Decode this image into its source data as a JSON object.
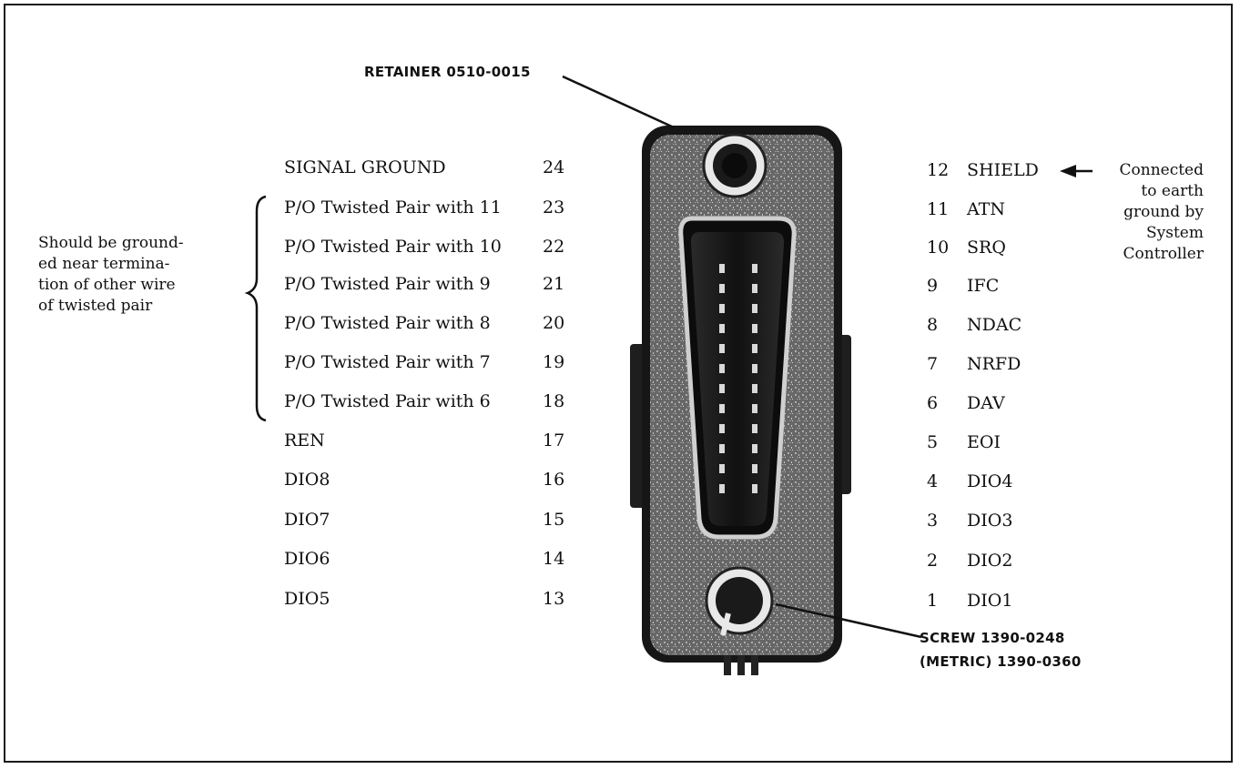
{
  "retainer_label": "RETAINER 0510-0015",
  "screw_label_line1": "SCREW 1390-0248",
  "screw_label_line2": "(METRIC) 1390-0360",
  "left_note": [
    "Should be ground-",
    "ed near termina-",
    "tion of other wire",
    "of twisted pair"
  ],
  "right_note": [
    "Connected",
    "to earth",
    "ground by",
    "System",
    "Controller"
  ],
  "left_pins": [
    {
      "label": "SIGNAL GROUND",
      "number": "24"
    },
    {
      "label": "P/O Twisted Pair with 11",
      "number": "23"
    },
    {
      "label": "P/O Twisted Pair with 10",
      "number": "22"
    },
    {
      "label": "P/O Twisted Pair with 9",
      "number": "21"
    },
    {
      "label": "P/O Twisted Pair with 8",
      "number": "20"
    },
    {
      "label": "P/O Twisted Pair with 7",
      "number": "19"
    },
    {
      "label": "P/O Twisted Pair with 6",
      "number": "18"
    },
    {
      "label": "REN",
      "number": "17"
    },
    {
      "label": "DIO8",
      "number": "16"
    },
    {
      "label": "DIO7",
      "number": "15"
    },
    {
      "label": "DIO6",
      "number": "14"
    },
    {
      "label": "DIO5",
      "number": "13"
    }
  ],
  "right_pins": [
    {
      "number": "12",
      "label": "SHIELD"
    },
    {
      "number": "11",
      "label": "ATN"
    },
    {
      "number": "10",
      "label": "SRQ"
    },
    {
      "number": "9",
      "label": "IFC"
    },
    {
      "number": "8",
      "label": "NDAC"
    },
    {
      "number": "7",
      "label": "NRFD"
    },
    {
      "number": "6",
      "label": "DAV"
    },
    {
      "number": "5",
      "label": "EOI"
    },
    {
      "number": "4",
      "label": "DIO4"
    },
    {
      "number": "3",
      "label": "DIO3"
    },
    {
      "number": "2",
      "label": "DIO2"
    },
    {
      "number": "1",
      "label": "DIO1"
    }
  ]
}
